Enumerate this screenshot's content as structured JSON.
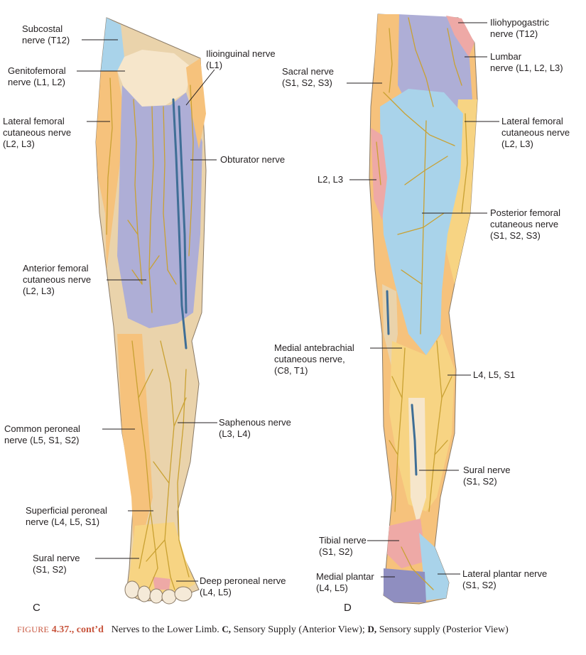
{
  "panel_c": {
    "letter": "C",
    "labels": {
      "subcostal": [
        "Subcostal",
        "nerve (T12)"
      ],
      "genitofemoral": [
        "Genitofemoral",
        "nerve (L1, L2)"
      ],
      "ilioinguinal": [
        "Ilioinguinal nerve",
        "(L1)"
      ],
      "lateral_femoral": [
        "Lateral femoral",
        "cutaneous nerve",
        "(L2, L3)"
      ],
      "obturator": [
        "Obturator nerve"
      ],
      "anterior_femoral": [
        "Anterior femoral",
        "cutaneous nerve",
        "(L2, L3)"
      ],
      "saphenous": [
        "Saphenous nerve",
        "(L3, L4)"
      ],
      "common_peroneal": [
        "Common peroneal",
        "nerve (L5, S1, S2)"
      ],
      "superficial_peroneal": [
        "Superficial peroneal",
        "nerve (L4, L5, S1)"
      ],
      "sural": [
        "Sural nerve",
        "(S1, S2)"
      ],
      "deep_peroneal": [
        "Deep peroneal nerve",
        "(L4, L5)"
      ]
    }
  },
  "panel_d": {
    "letter": "D",
    "labels": {
      "iliohypogastric": [
        "Iliohypogastric",
        "nerve (T12)"
      ],
      "lumbar": [
        "Lumbar",
        "nerve (L1, L2, L3)"
      ],
      "sacral": [
        "Sacral nerve",
        "(S1, S2, S3)"
      ],
      "lateral_femoral": [
        "Lateral femoral",
        "cutaneous nerve",
        "(L2, L3)"
      ],
      "l2_l3": [
        "L2, L3"
      ],
      "posterior_femoral": [
        "Posterior femoral",
        "cutaneous nerve",
        "(S1, S2, S3)"
      ],
      "medial_antebrachial": [
        "Medial antebrachial",
        "cutaneous nerve,",
        "(C8, T1)"
      ],
      "l4_l5_s1": [
        "L4, L5, S1"
      ],
      "sural": [
        "Sural nerve",
        "(S1, S2)"
      ],
      "tibial": [
        "Tibial nerve",
        "(S1, S2)"
      ],
      "medial_plantar": [
        "Medial plantar",
        "(L4, L5)"
      ],
      "lateral_plantar": [
        "Lateral plantar nerve",
        "(S1, S2)"
      ]
    }
  },
  "region_colors": {
    "blue": "#a9d3ea",
    "purple": "#aeaed6",
    "orange": "#f6c27c",
    "yellow": "#f7d483",
    "cream": "#f6e6cb",
    "tan": "#ead3ab",
    "pink": "#eea9a6",
    "nerve": "#c9a132",
    "vein": "#3f6e96"
  },
  "caption": {
    "figure_word": "FIGURE",
    "figure_number": "4.37., cont’d",
    "title": "Nerves to the Lower Limb.",
    "c_letter": "C,",
    "c_text": "Sensory Supply (Anterior View);",
    "d_letter": "D,",
    "d_text": "Sensory supply (Posterior View)"
  }
}
